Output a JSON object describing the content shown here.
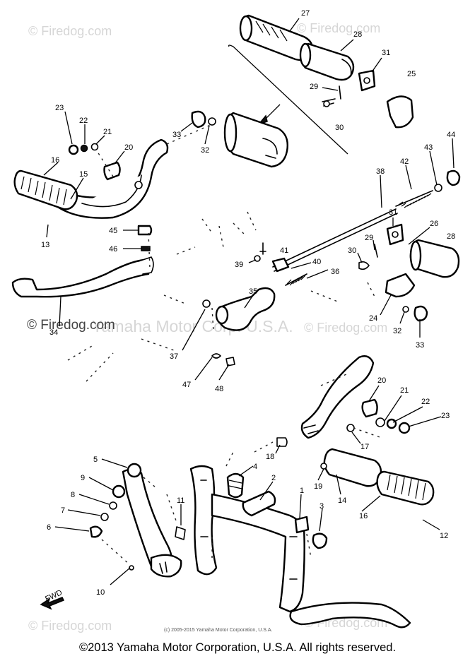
{
  "watermarks": {
    "brand": "© Firedog.com",
    "manufacturer": "Yamaha Motor Corp. U.S.A."
  },
  "diagram": {
    "inset_copyright": "(c) 2005-2015 Yamaha Motor Corporation, U.S.A.",
    "front_marker": "FWD",
    "callouts": {
      "n1": "1",
      "n2": "2",
      "n3": "3",
      "n4": "4",
      "n5": "5",
      "n6": "6",
      "n7": "7",
      "n8": "8",
      "n9": "9",
      "n10": "10",
      "n11": "11",
      "n12": "12",
      "n13": "13",
      "n14": "14",
      "n15": "15",
      "n16": "16",
      "n17": "17",
      "n18": "18",
      "n19": "19",
      "n20": "20",
      "n21": "21",
      "n22": "22",
      "n23": "23",
      "n24": "24",
      "n25": "25",
      "n26": "26",
      "n27": "27",
      "n28": "28",
      "n29": "29",
      "n30": "30",
      "n31": "31",
      "n32": "32",
      "n33": "33",
      "n34": "34",
      "n35": "35",
      "n36": "36",
      "n37": "37",
      "n38": "38",
      "n39": "39",
      "n40": "40",
      "n41": "41",
      "n42": "42",
      "n43": "43",
      "n44": "44",
      "n45": "45",
      "n46": "46",
      "n47": "47",
      "n48": "48"
    }
  },
  "footer": {
    "copyright": "©2013 Yamaha Motor Corporation, U.S.A. All rights reserved."
  }
}
